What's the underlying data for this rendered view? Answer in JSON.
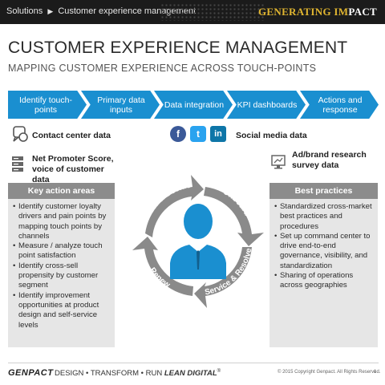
{
  "header": {
    "breadcrumb_root": "Solutions",
    "breadcrumb_separator": "▶",
    "breadcrumb_page": "Customer experience management",
    "brand_part1": "GENERATING IM",
    "brand_part2": "PACT",
    "brand_color": "#e0b530"
  },
  "title": "CUSTOMER EXPERIENCE MANAGEMENT",
  "subtitle": "MAPPING CUSTOMER EXPERIENCE ACROSS TOUCH-POINTS",
  "process_steps": [
    "Identify touch-points",
    "Primary data inputs",
    "Data integration",
    "KPI dashboards",
    "Actions and response"
  ],
  "process_color": "#1a8fd0",
  "channels": {
    "contact_center": "Contact center data",
    "nps": "Net Promoter Score, voice of customer data",
    "social_icons": [
      "facebook-icon",
      "twitter-icon",
      "linkedin-icon"
    ],
    "social_glyphs": [
      "f",
      "t",
      "in"
    ],
    "social": "Social media data",
    "research": "Ad/brand research survey data"
  },
  "key_actions": {
    "title": "Key action areas",
    "items": [
      "Identify customer loyalty drivers and pain points by mapping touch points by channels",
      "Measure / analyze touch point satisfaction",
      "Identify cross-sell propensity by customer segment",
      "Identify improvement opportunities at  product design and self-service levels"
    ]
  },
  "best_practices": {
    "title": "Best practices",
    "items": [
      "Standardized cross-market best practices and procedures",
      " Set up command  center to drive end-to-end governance, visibility, and standardization",
      "Sharing of operations across geographies"
    ]
  },
  "cycle": {
    "stages": [
      "Discover & Decide",
      "Onboard",
      "Service & Resolve",
      "Renew"
    ],
    "ring_color": "#8a8a8a",
    "person_color": "#1a8fd0"
  },
  "footer": {
    "logo": "GENPACT",
    "tagline": "DESIGN • TRANSFORM • RUN",
    "tagline_emphasis": "LEAN DIGITAL",
    "tagline_mark": "®",
    "copyright": "© 2015 Copyright Genpact. All Rights Reserved.",
    "page": "1"
  }
}
